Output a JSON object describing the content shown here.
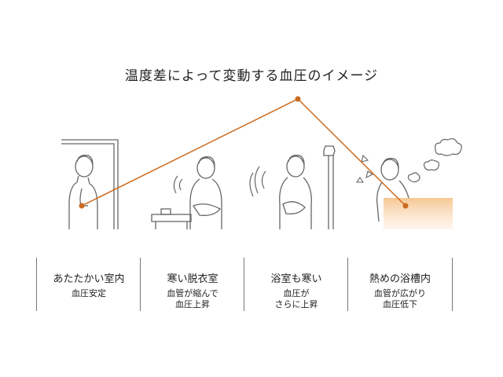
{
  "title": "温度差によって変動する血圧のイメージ",
  "colors": {
    "line": "#cc6a1f",
    "figure": "#666666",
    "bath": "#f5c48e"
  },
  "scenes": [
    {
      "name": "あたたかい室内",
      "desc": [
        "血圧安定"
      ]
    },
    {
      "name": "寒い脱衣室",
      "desc": [
        "血管が縮んで",
        "血圧上昇"
      ]
    },
    {
      "name": "浴室も寒い",
      "desc": [
        "血圧が",
        "さらに上昇"
      ]
    },
    {
      "name": "熱めの浴槽内",
      "desc": [
        "血管が広がり",
        "血圧低下"
      ]
    }
  ],
  "blood_pressure_points": [
    "low",
    "peak",
    "low"
  ]
}
